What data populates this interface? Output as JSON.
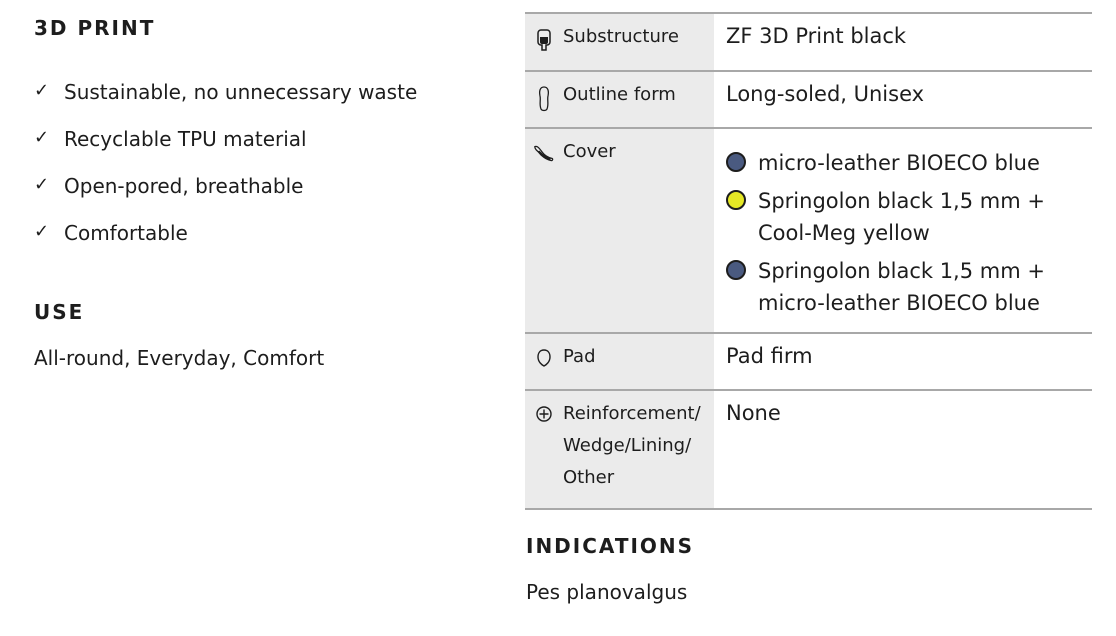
{
  "print_section": {
    "heading": "3D PRINT",
    "features": [
      "Sustainable, no unnecessary waste",
      "Recyclable TPU material",
      "Open-pored, breathable",
      "Comfortable"
    ],
    "check_symbol": "✓"
  },
  "use_section": {
    "heading": "USE",
    "text": "All-round, Everyday, Comfort"
  },
  "spec_table": {
    "rows": [
      {
        "label": "Substructure",
        "icon": "substructure-icon",
        "value": "ZF 3D Print black"
      },
      {
        "label": "Outline form",
        "icon": "outline-form-icon",
        "value": "Long-soled, Unisex"
      },
      {
        "label": "Cover",
        "icon": "cover-icon",
        "options": [
          {
            "line1": "micro-leather BIOECO blue",
            "line2": "",
            "color": "#4a5a80"
          },
          {
            "line1": "Springolon black 1,5 mm +",
            "line2": "Cool-Meg yellow",
            "color": "#e5e825"
          },
          {
            "line1": "Springolon black 1,5 mm +",
            "line2": "micro-leather BIOECO blue",
            "color": "#4a5a80"
          }
        ]
      },
      {
        "label": "Pad",
        "icon": "pad-icon",
        "value": "Pad firm"
      },
      {
        "label_lines": [
          "Reinforcement/",
          "Wedge/Lining/",
          "Other"
        ],
        "icon": "reinforcement-icon",
        "value": "None"
      }
    ]
  },
  "indications_section": {
    "heading": "INDICATIONS",
    "text": "Pes planovalgus"
  },
  "colors": {
    "border": "#a8a8a8",
    "label_bg": "#ebebeb",
    "text": "#1d1d1d"
  }
}
